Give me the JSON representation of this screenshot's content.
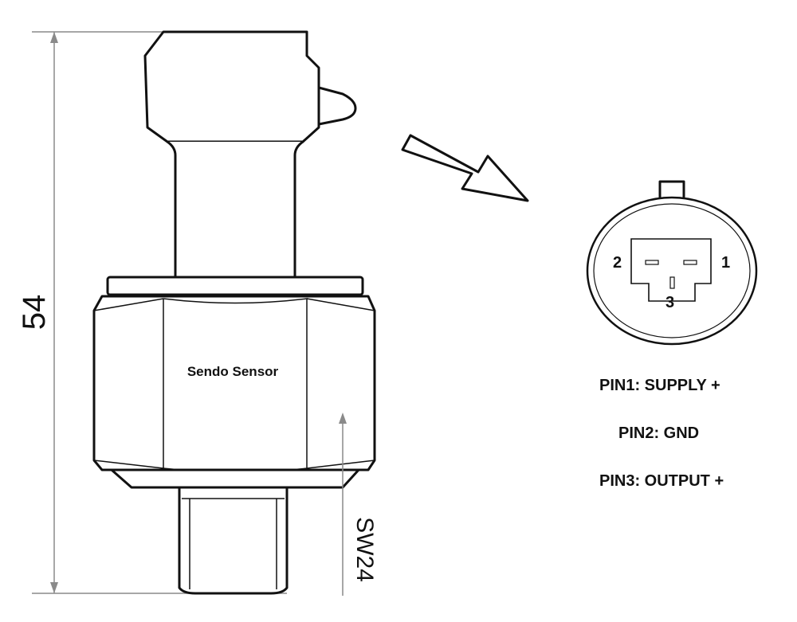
{
  "dimensions": {
    "height_label": "54",
    "wrench_label": "SW24"
  },
  "sensor": {
    "brand_text": "Sendo Sensor"
  },
  "connector": {
    "pins": [
      {
        "number": "1"
      },
      {
        "number": "2"
      },
      {
        "number": "3"
      }
    ]
  },
  "pin_labels": [
    "PIN1: SUPPLY +",
    "PIN2: GND",
    "PIN3: OUTPUT +"
  ]
}
